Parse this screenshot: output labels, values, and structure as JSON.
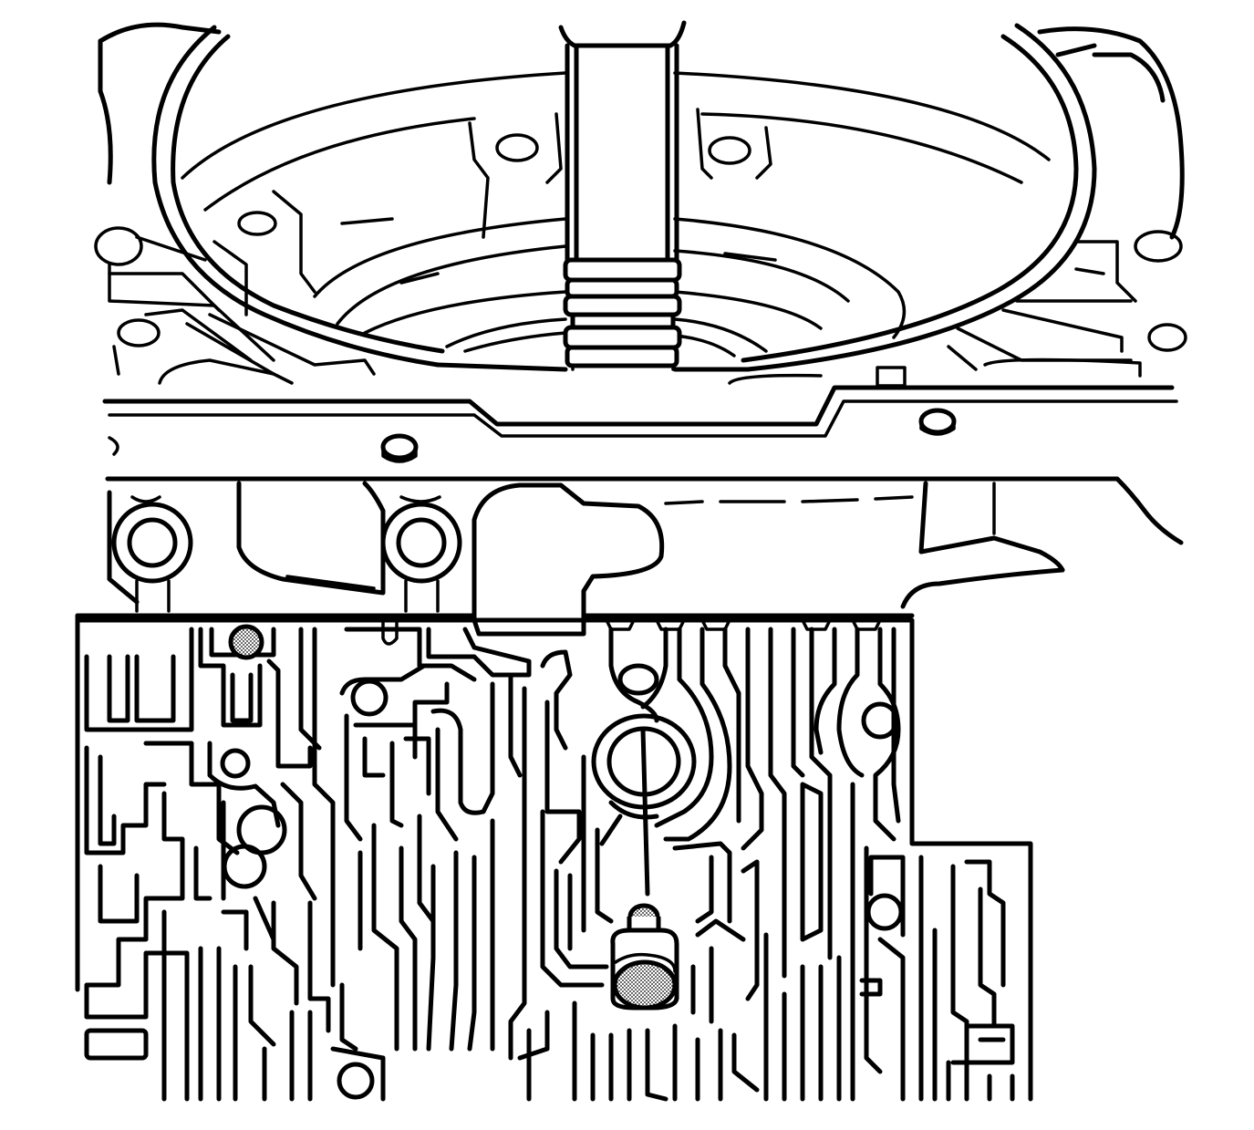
{
  "figure": {
    "colors": {
      "line": "#000000",
      "background": "#ffffff"
    }
  },
  "components": {
    "bell_housing": "bell-housing",
    "tool_shaft": "tool-shaft",
    "case_gasket_flange": "case-flange",
    "valve_body_channels": "valve-body",
    "check_ball": "check-ball",
    "plug": "plug",
    "screen_filter": "screen-filter"
  }
}
